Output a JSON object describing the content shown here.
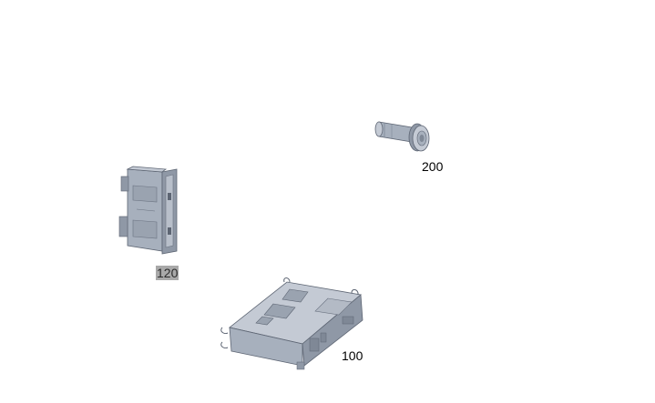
{
  "diagram": {
    "colors": {
      "part_fill": "#a7b0bd",
      "part_light": "#c4cad4",
      "part_dark": "#7f8896",
      "part_stroke": "#5d6573",
      "highlight_bg": "#a9a9a9"
    },
    "parts": [
      {
        "id": "200",
        "label": "200",
        "icon": "connector-plug-icon",
        "highlighted": false
      },
      {
        "id": "120",
        "label": "120",
        "icon": "switch-module-icon",
        "highlighted": true
      },
      {
        "id": "100",
        "label": "100",
        "icon": "control-unit-icon",
        "highlighted": false
      }
    ]
  }
}
